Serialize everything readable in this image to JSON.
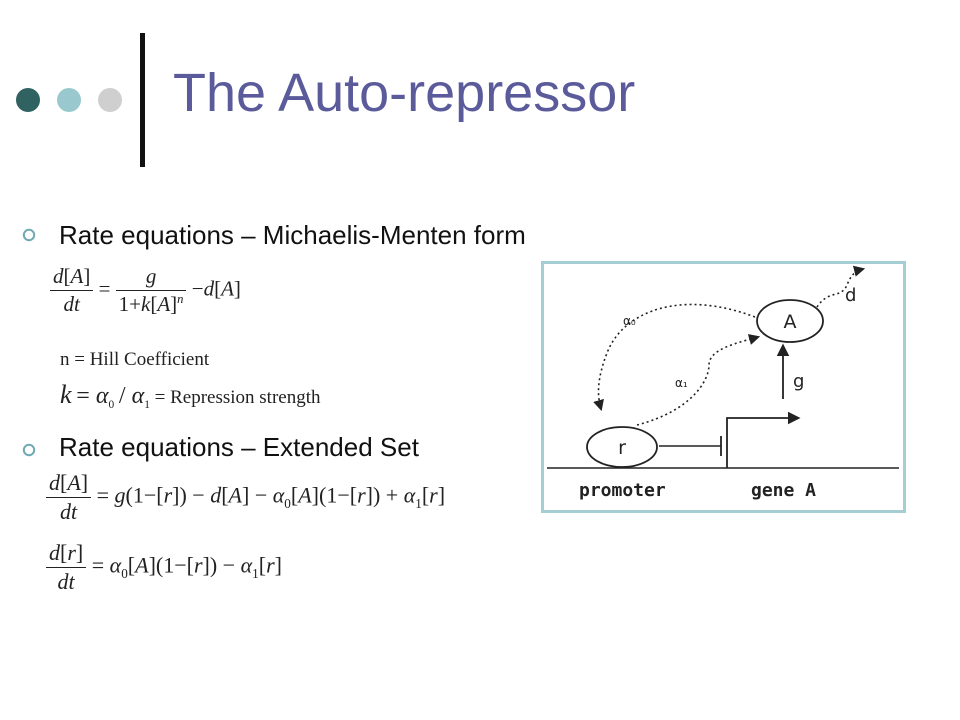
{
  "title": "The Auto-repressor",
  "bullets": [
    "Rate equations – Michaelis-Menten form",
    "Rate equations – Extended Set"
  ],
  "annotations": {
    "hill": "n = Hill Coefficient",
    "repression": "= Repression strength"
  },
  "diagram": {
    "labels": {
      "alpha0": "α₀",
      "alpha1": "α₁",
      "node_a": "A",
      "node_r": "r",
      "g": "g",
      "d": "d",
      "promoter": "promoter",
      "gene": "gene A"
    }
  },
  "colors": {
    "title": "#5b5b9b",
    "dot1": "#2f6260",
    "dot2": "#99c9cf",
    "dot3": "#cfcfcf",
    "figure_border": "#a5cdd4"
  }
}
